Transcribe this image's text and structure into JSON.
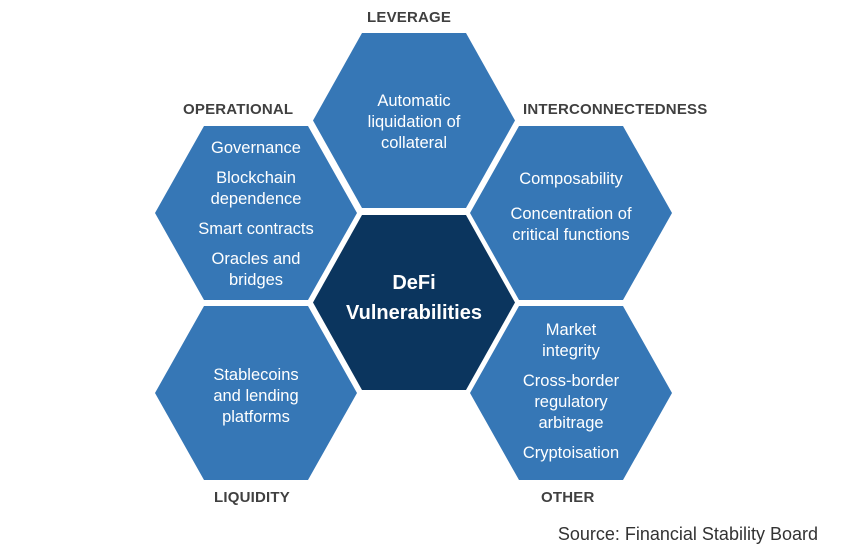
{
  "title": "DeFi Vulnerabilities",
  "center": {
    "line1": "DeFi",
    "line2": "Vulnerabilities"
  },
  "categories": {
    "leverage": {
      "label": "LEVERAGE",
      "items": [
        "Automatic liquidation of collateral"
      ]
    },
    "operational": {
      "label": "OPERATIONAL",
      "items": [
        "Governance",
        "Blockchain dependence",
        "Smart contracts",
        "Oracles and bridges"
      ]
    },
    "interconnectedness": {
      "label": "INTERCONNECTEDNESS",
      "items": [
        "Composability",
        "Concentration of critical functions"
      ]
    },
    "liquidity": {
      "label": "LIQUIDITY",
      "items": [
        "Stablecoins and lending platforms"
      ]
    },
    "other": {
      "label": "OTHER",
      "items": [
        "Market integrity",
        "Cross-border regulatory arbitrage",
        "Cryptoisation"
      ]
    }
  },
  "source": "Source: Financial Stability Board",
  "colors": {
    "hex": "#3677b6",
    "center": "#0b355e",
    "label": "#404040"
  }
}
